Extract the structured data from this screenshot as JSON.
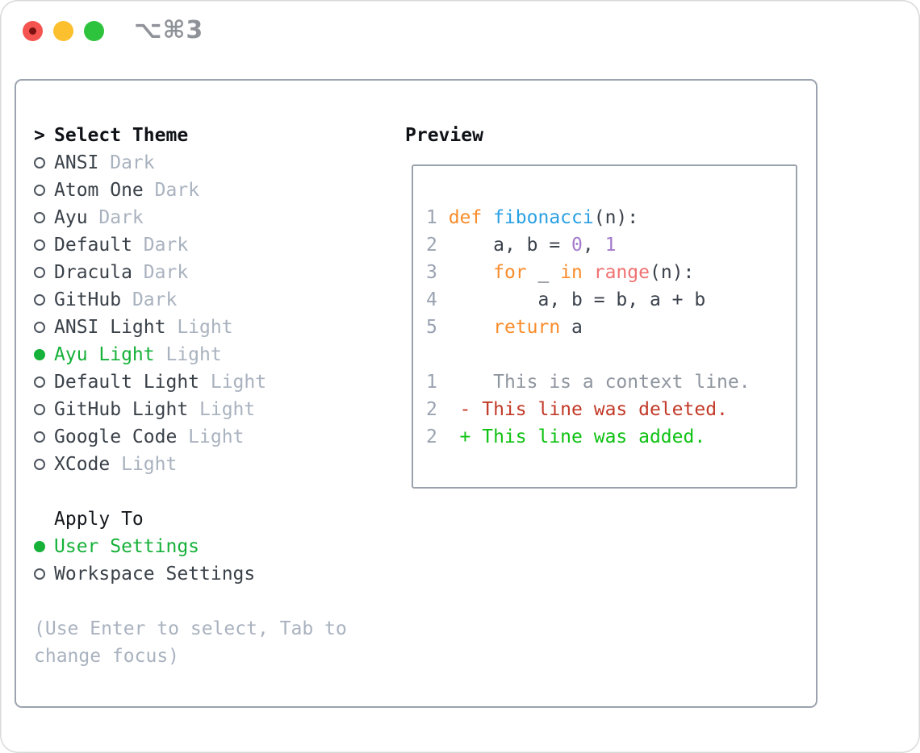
{
  "window": {
    "title": "⌥⌘3",
    "traffic_lights": [
      {
        "name": "close",
        "color": "#f4534f",
        "has_unsaved_dot": true
      },
      {
        "name": "minimize",
        "color": "#fcbf2e",
        "has_unsaved_dot": false
      },
      {
        "name": "zoom",
        "color": "#2ec33c",
        "has_unsaved_dot": false
      }
    ]
  },
  "theme_panel": {
    "header_prefix": ">",
    "header": "Select Theme",
    "items": [
      {
        "name": "ANSI",
        "variant": "Dark",
        "selected": false
      },
      {
        "name": "Atom One",
        "variant": "Dark",
        "selected": false
      },
      {
        "name": "Ayu",
        "variant": "Dark",
        "selected": false
      },
      {
        "name": "Default",
        "variant": "Dark",
        "selected": false
      },
      {
        "name": "Dracula",
        "variant": "Dark",
        "selected": false
      },
      {
        "name": "GitHub",
        "variant": "Dark",
        "selected": false
      },
      {
        "name": "ANSI Light",
        "variant": "Light",
        "selected": false
      },
      {
        "name": "Ayu Light",
        "variant": "Light",
        "selected": true
      },
      {
        "name": "Default Light",
        "variant": "Light",
        "selected": false
      },
      {
        "name": "GitHub Light",
        "variant": "Light",
        "selected": false
      },
      {
        "name": "Google Code",
        "variant": "Light",
        "selected": false
      },
      {
        "name": "XCode",
        "variant": "Light",
        "selected": false
      }
    ],
    "apply_to": {
      "header": "Apply To",
      "options": [
        {
          "name": "User Settings",
          "selected": true
        },
        {
          "name": "Workspace Settings",
          "selected": false
        }
      ]
    },
    "help_lines": [
      "(Use Enter to select, Tab to",
      "change focus)"
    ]
  },
  "preview": {
    "header": "Preview",
    "code_lines": [
      [
        [
          "1 ",
          "ln"
        ],
        [
          "def ",
          "kw"
        ],
        [
          "fibonacci",
          "fn"
        ],
        [
          "(n):",
          "txt"
        ]
      ],
      [
        [
          "2 ",
          "ln"
        ],
        [
          "    a, b = ",
          "txt"
        ],
        [
          "0",
          "num"
        ],
        [
          ", ",
          "txt"
        ],
        [
          "1",
          "num"
        ]
      ],
      [
        [
          "3 ",
          "ln"
        ],
        [
          "    ",
          "txt"
        ],
        [
          "for",
          "kw"
        ],
        [
          " _ ",
          "txt"
        ],
        [
          "in",
          "kw"
        ],
        [
          " ",
          "txt"
        ],
        [
          "range",
          "call"
        ],
        [
          "(n):",
          "txt"
        ]
      ],
      [
        [
          "4 ",
          "ln"
        ],
        [
          "        a, b = b, a + b",
          "txt"
        ]
      ],
      [
        [
          "5 ",
          "ln"
        ],
        [
          "    ",
          "txt"
        ],
        [
          "return",
          "kw"
        ],
        [
          " a",
          "txt"
        ]
      ],
      [],
      [
        [
          "1 ",
          "ln"
        ],
        [
          "    This is a context line.",
          "ctx"
        ]
      ],
      [
        [
          "2 ",
          "ln"
        ],
        [
          " - This line was deleted.",
          "del"
        ]
      ],
      [
        [
          "2 ",
          "ln"
        ],
        [
          " + This line was added.",
          "add"
        ]
      ]
    ]
  },
  "colors": {
    "selection_green": "#16b139",
    "added_green": "#0fc213",
    "deleted_red": "#c23a28",
    "keyword_orange": "#f98c2b",
    "function_blue": "#2aa0e4",
    "number_purple": "#a37acc",
    "call_coral": "#f07171",
    "line_number_gray": "#9aa3b2",
    "muted_gray": "#a9b2bf",
    "text_dark": "#3a4149",
    "border_gray": "#9ba3ae",
    "title_gray": "#8f9399"
  }
}
